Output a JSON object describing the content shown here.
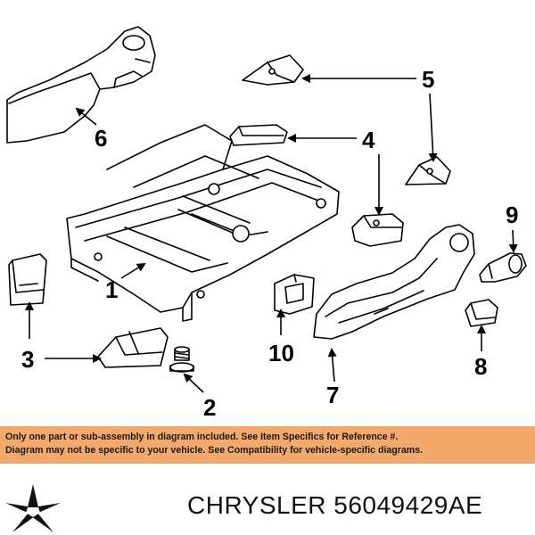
{
  "callouts": {
    "c1": "1",
    "c2": "2",
    "c3": "3",
    "c4": "4",
    "c5": "5",
    "c6": "6",
    "c7": "7",
    "c8": "8",
    "c9": "9",
    "c10": "10"
  },
  "banner": {
    "line1": "Only one part or sub-assembly in diagram included. See Item Specifics for Reference #.",
    "line2": "Diagram may not be specific to your vehicle. See Compatibility for vehicle-specific diagrams."
  },
  "footer": {
    "brand": "CHRYSLER",
    "part_number": "56049429AE",
    "logo_icon": "chrysler-pentastar-icon"
  },
  "colors": {
    "banner_bg": "#f3a96b",
    "line": "#000000"
  }
}
